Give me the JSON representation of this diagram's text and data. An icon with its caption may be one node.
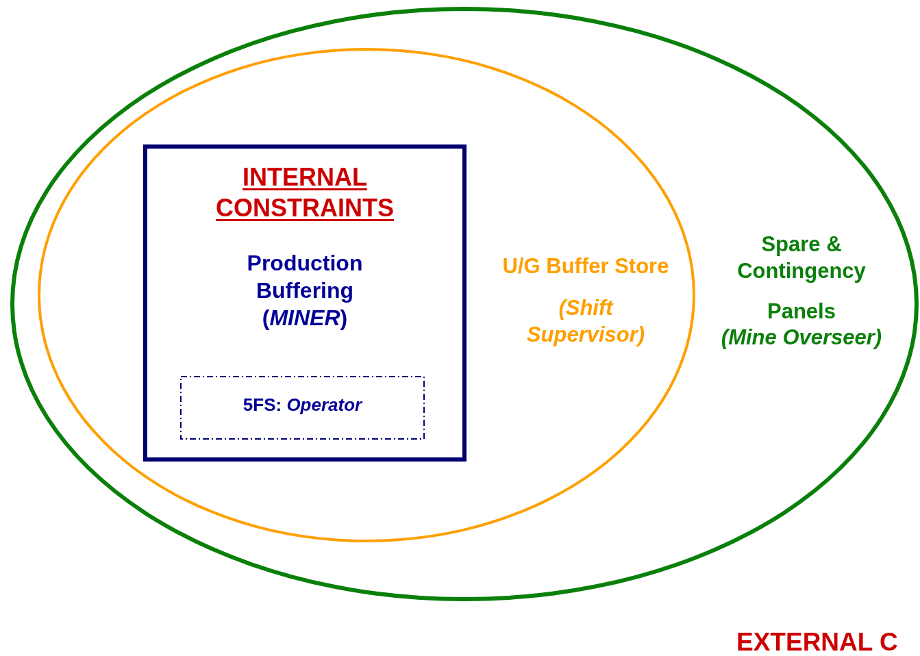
{
  "diagram": {
    "nodes": [
      {
        "text": [
          "Spare & Contingency",
          "Panels",
          "(Mine Overseer)"
        ]
      },
      {
        "text": [
          "U/G Buffer Store",
          "(Shift Supervisor)"
        ],
        "in": 0
      },
      {
        "text": [
          "INTERNAL CONSTRAINTS",
          "Production Buffering (*MINER*)"
        ],
        "in": 1
      },
      {
        "text": [
          "5FS: *Operator*"
        ],
        "in": 2
      }
    ],
    "labels": [
      "EXTERNAL C"
    ]
  }
}
